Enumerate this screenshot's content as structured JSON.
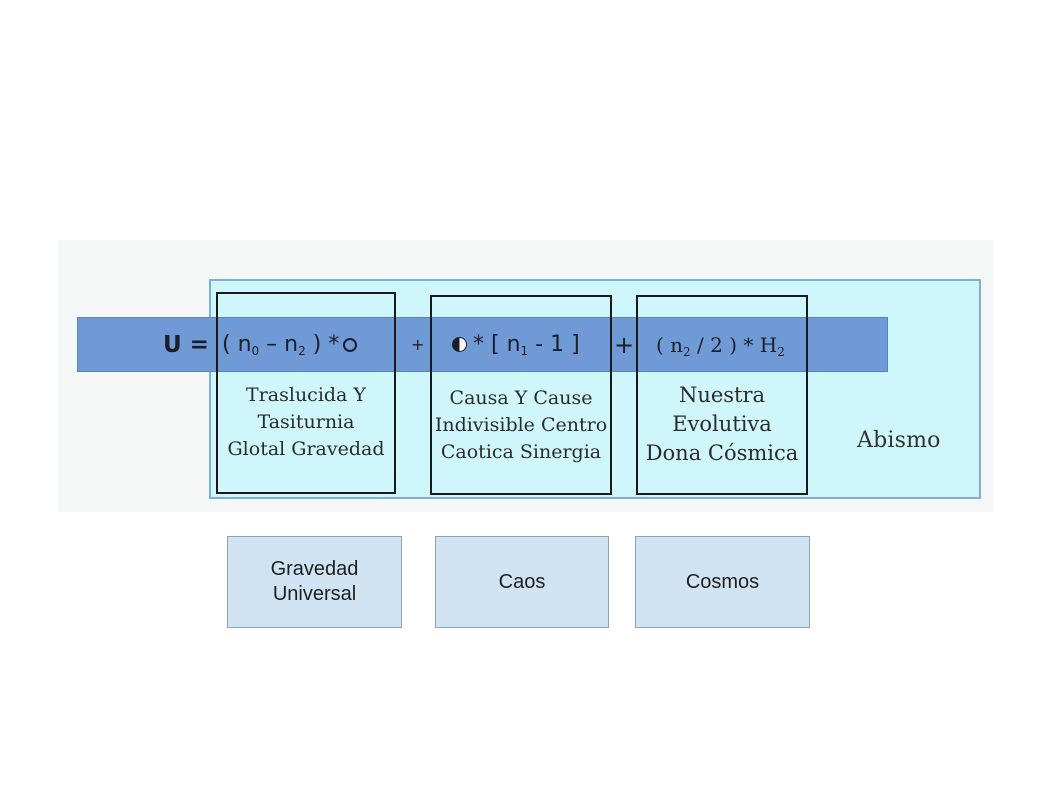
{
  "diagram": {
    "formula": {
      "lhs": "U =",
      "term1": {
        "open": "( n",
        "sub_a": "0",
        "mid": " – n",
        "sub_b": "2",
        "close": " ) *"
      },
      "plus1": "+",
      "term2": {
        "text": "* [ n",
        "sub": "1",
        "close": " - 1 ]"
      },
      "plus2": "+",
      "term3": {
        "open": "( n",
        "sub_a": "2",
        "mid": " / 2 ) *  H",
        "sub_b": "2"
      }
    },
    "boxes": [
      {
        "lines": [
          "Traslucida Y",
          "Tasiturnia",
          "Glotal Gravedad"
        ]
      },
      {
        "lines": [
          "Causa Y Cause",
          "Indivisible Centro",
          "Caotica Sinergia"
        ]
      },
      {
        "lines": [
          "Nuestra",
          "Evolutiva",
          "Dona Cósmica"
        ]
      }
    ],
    "region_label": "Abismo",
    "categories": [
      {
        "line1": "Gravedad",
        "line2": "Universal"
      },
      {
        "line1": "Caos",
        "line2": ""
      },
      {
        "line1": "Cosmos",
        "line2": ""
      }
    ],
    "colors": {
      "panel": "#cff7fb",
      "band": "#6f9ad6",
      "category_box": "#cfe3f2"
    }
  }
}
